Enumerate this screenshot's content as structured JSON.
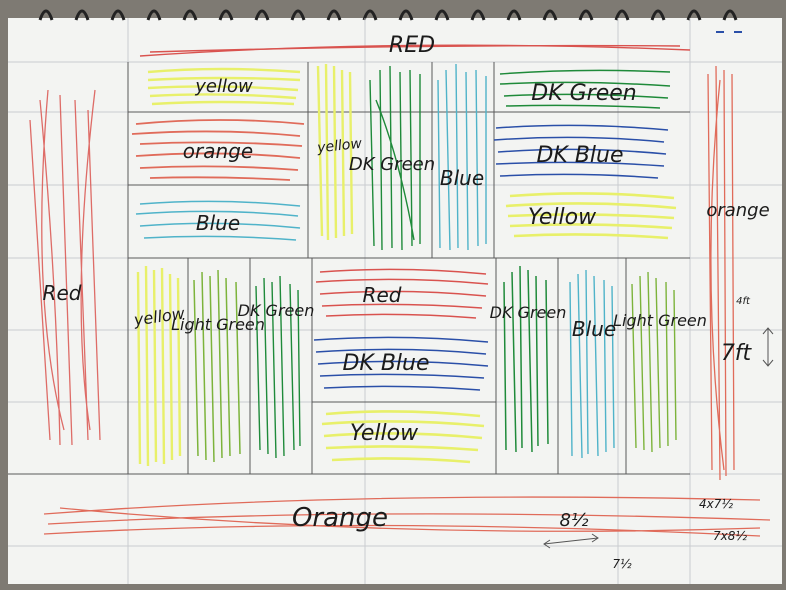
{
  "colors": {
    "red": "#d9534f",
    "orange": "#e06b5a",
    "yellow": "#e8f06a",
    "light_green": "#7cb33b",
    "dk_green": "#1f8a3a",
    "blue": "#4fb3c9",
    "dk_blue": "#2a4fa8",
    "paper": "#f3f4f2",
    "ink": "#1b1b1b"
  },
  "labels": {
    "top_red": "RED",
    "left_red": "Red",
    "top_row_yellow": "yellow",
    "top_row_dk_green": "DK Green",
    "orange_band": "orange",
    "yellow_vertical": "yellow",
    "dk_green_vertical": "DK Green",
    "blue_vertical": "Blue",
    "dk_blue_band": "DK Blue",
    "blue_band": "Blue",
    "yellow_band": "Yellow",
    "right_orange": "orange",
    "mid_yellow": "yellow",
    "mid_light_green": "Light Green",
    "mid_dk_green": "DK Green",
    "mid_red": "Red",
    "mid_dk_blue": "DK Blue",
    "bottom_yellow": "Yellow",
    "right_dk_green": "DK Green",
    "right_blue": "Blue",
    "right_light_green": "Light Green",
    "seven_ft": "7ft",
    "four_ft": "4ft",
    "bottom_orange": "Orange",
    "eight_half": "8½",
    "seven_half": "7½",
    "four_x_seven_half": "4x7½",
    "seven_x_eight_half": "7x8½"
  }
}
